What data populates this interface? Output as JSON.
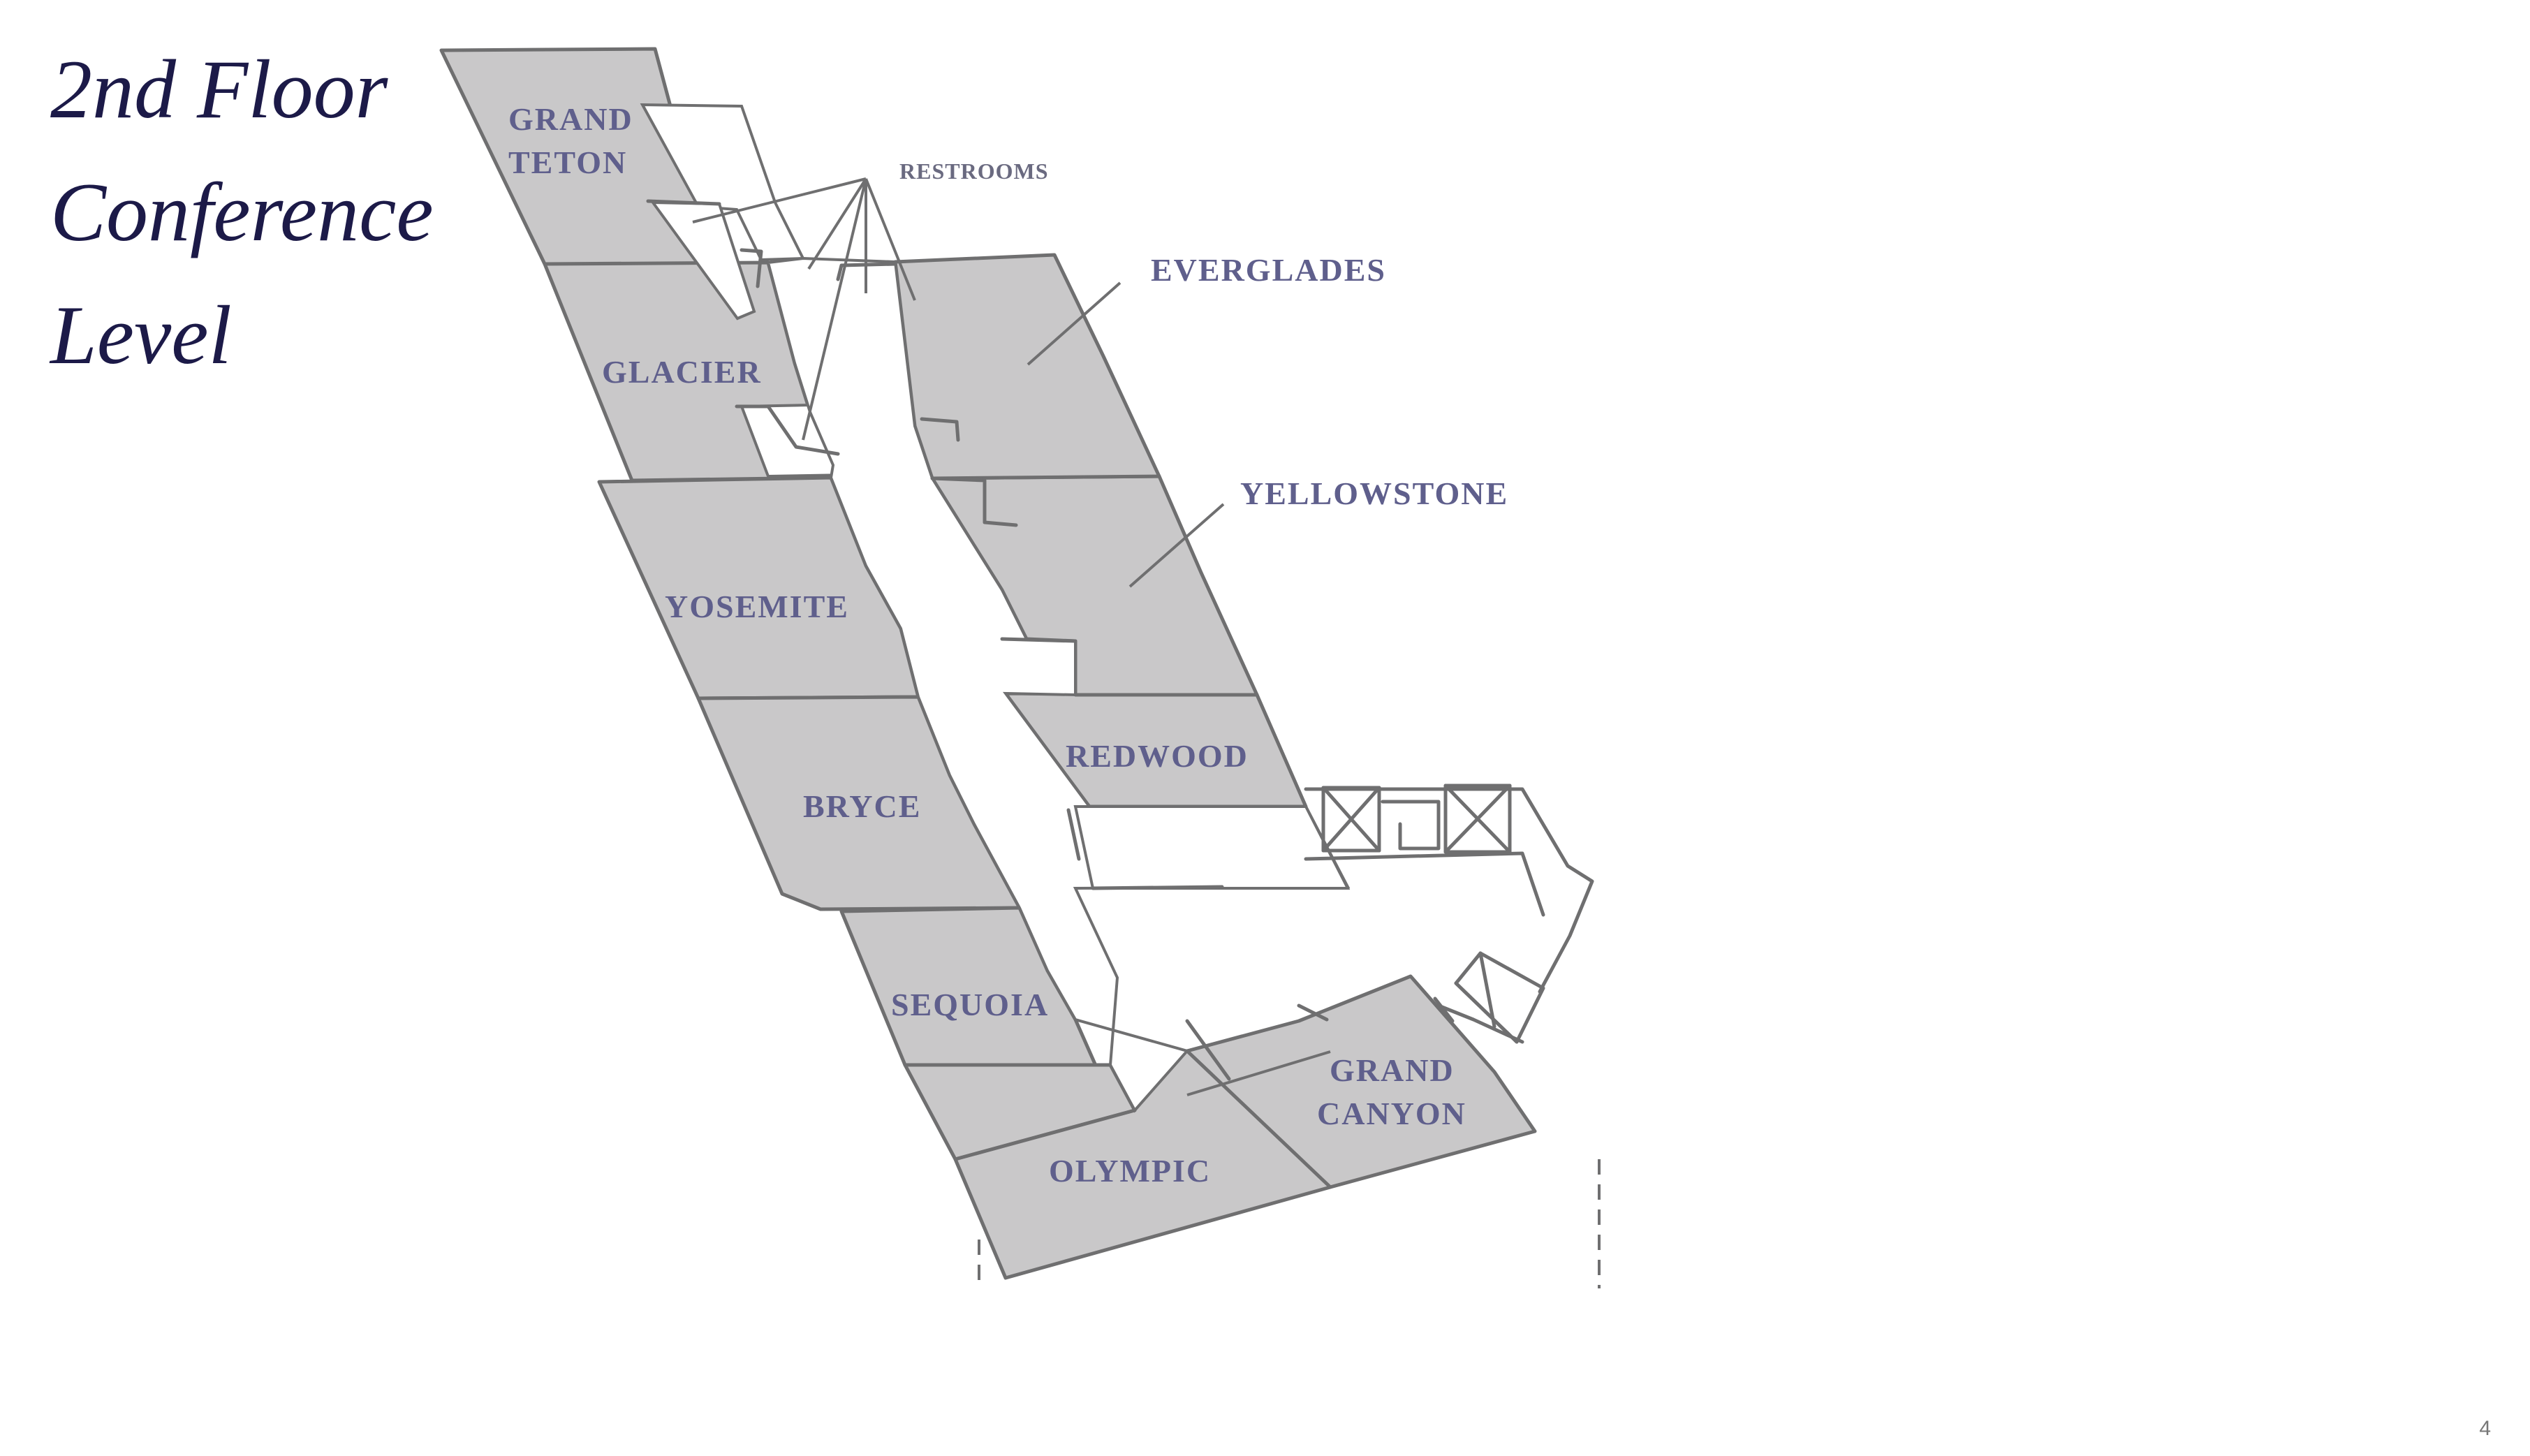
{
  "title": {
    "line1": "2nd Floor",
    "line2": "Conference",
    "line3": "Level"
  },
  "rooms": {
    "grand_teton": {
      "line1": "GRAND",
      "line2": "TETON"
    },
    "glacier": "GLACIER",
    "yosemite": "YOSEMITE",
    "bryce": "BRYCE",
    "sequoia": "SEQUOIA",
    "olympic": "OLYMPIC",
    "grand_canyon": {
      "line1": "GRAND",
      "line2": "CANYON"
    },
    "redwood": "REDWOOD",
    "yellowstone": "YELLOWSTONE",
    "everglades": "EVERGLADES"
  },
  "restrooms": "RESTROOMS",
  "page_number": "4",
  "colors": {
    "title": "#1c1a48",
    "room_label": "#5f5f8c",
    "room_fill": "#c9c8c9",
    "wall": "#6f6f70"
  }
}
